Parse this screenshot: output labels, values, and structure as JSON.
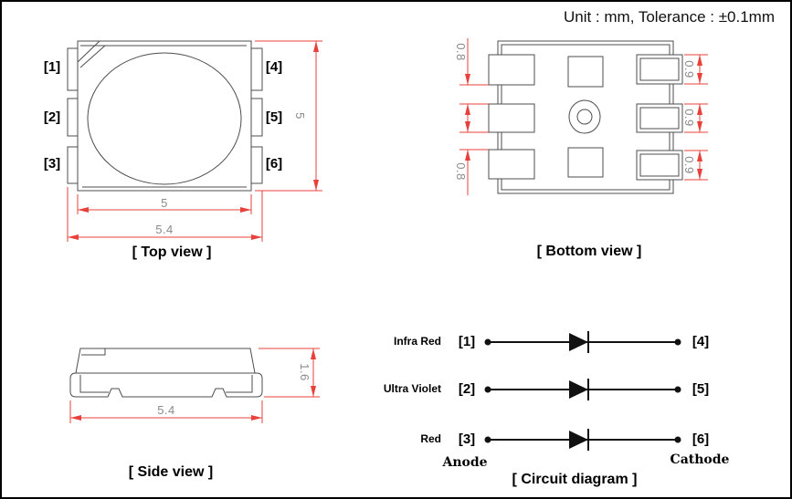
{
  "header": {
    "unit_note": "Unit : mm, Tolerance : ±0.1mm"
  },
  "top_view": {
    "title": "[ Top view ]",
    "pins": [
      "[1]",
      "[2]",
      "[3]",
      "[4]",
      "[5]",
      "[6]"
    ],
    "dim_height": "5",
    "dim_width_inner": "5",
    "dim_width_outer": "5.4"
  },
  "bottom_view": {
    "title": "[ Bottom view ]",
    "dim_left_top": "0.8",
    "dim_left_bottom": "0.8",
    "dim_pad": [
      "0.9",
      "0.9",
      "0.9"
    ]
  },
  "side_view": {
    "title": "[ Side view ]",
    "dim_width": "5.4",
    "dim_height": "1.6"
  },
  "circuit": {
    "title": "[ Circuit diagram ]",
    "rows": [
      {
        "name": "Infra Red",
        "anode_pin": "[1]",
        "cathode_pin": "[4]"
      },
      {
        "name": "Ultra Violet",
        "anode_pin": "[2]",
        "cathode_pin": "[5]"
      },
      {
        "name": "Red",
        "anode_pin": "[3]",
        "cathode_pin": "[6]"
      }
    ],
    "anode_label": "Anode",
    "cathode_label": "Cathode"
  },
  "colors": {
    "outline_gray": "#4d4d4d",
    "dimension_red": "#e8403a",
    "dim_text_gray": "#8a8a8a",
    "circuit_black": "#111111"
  }
}
